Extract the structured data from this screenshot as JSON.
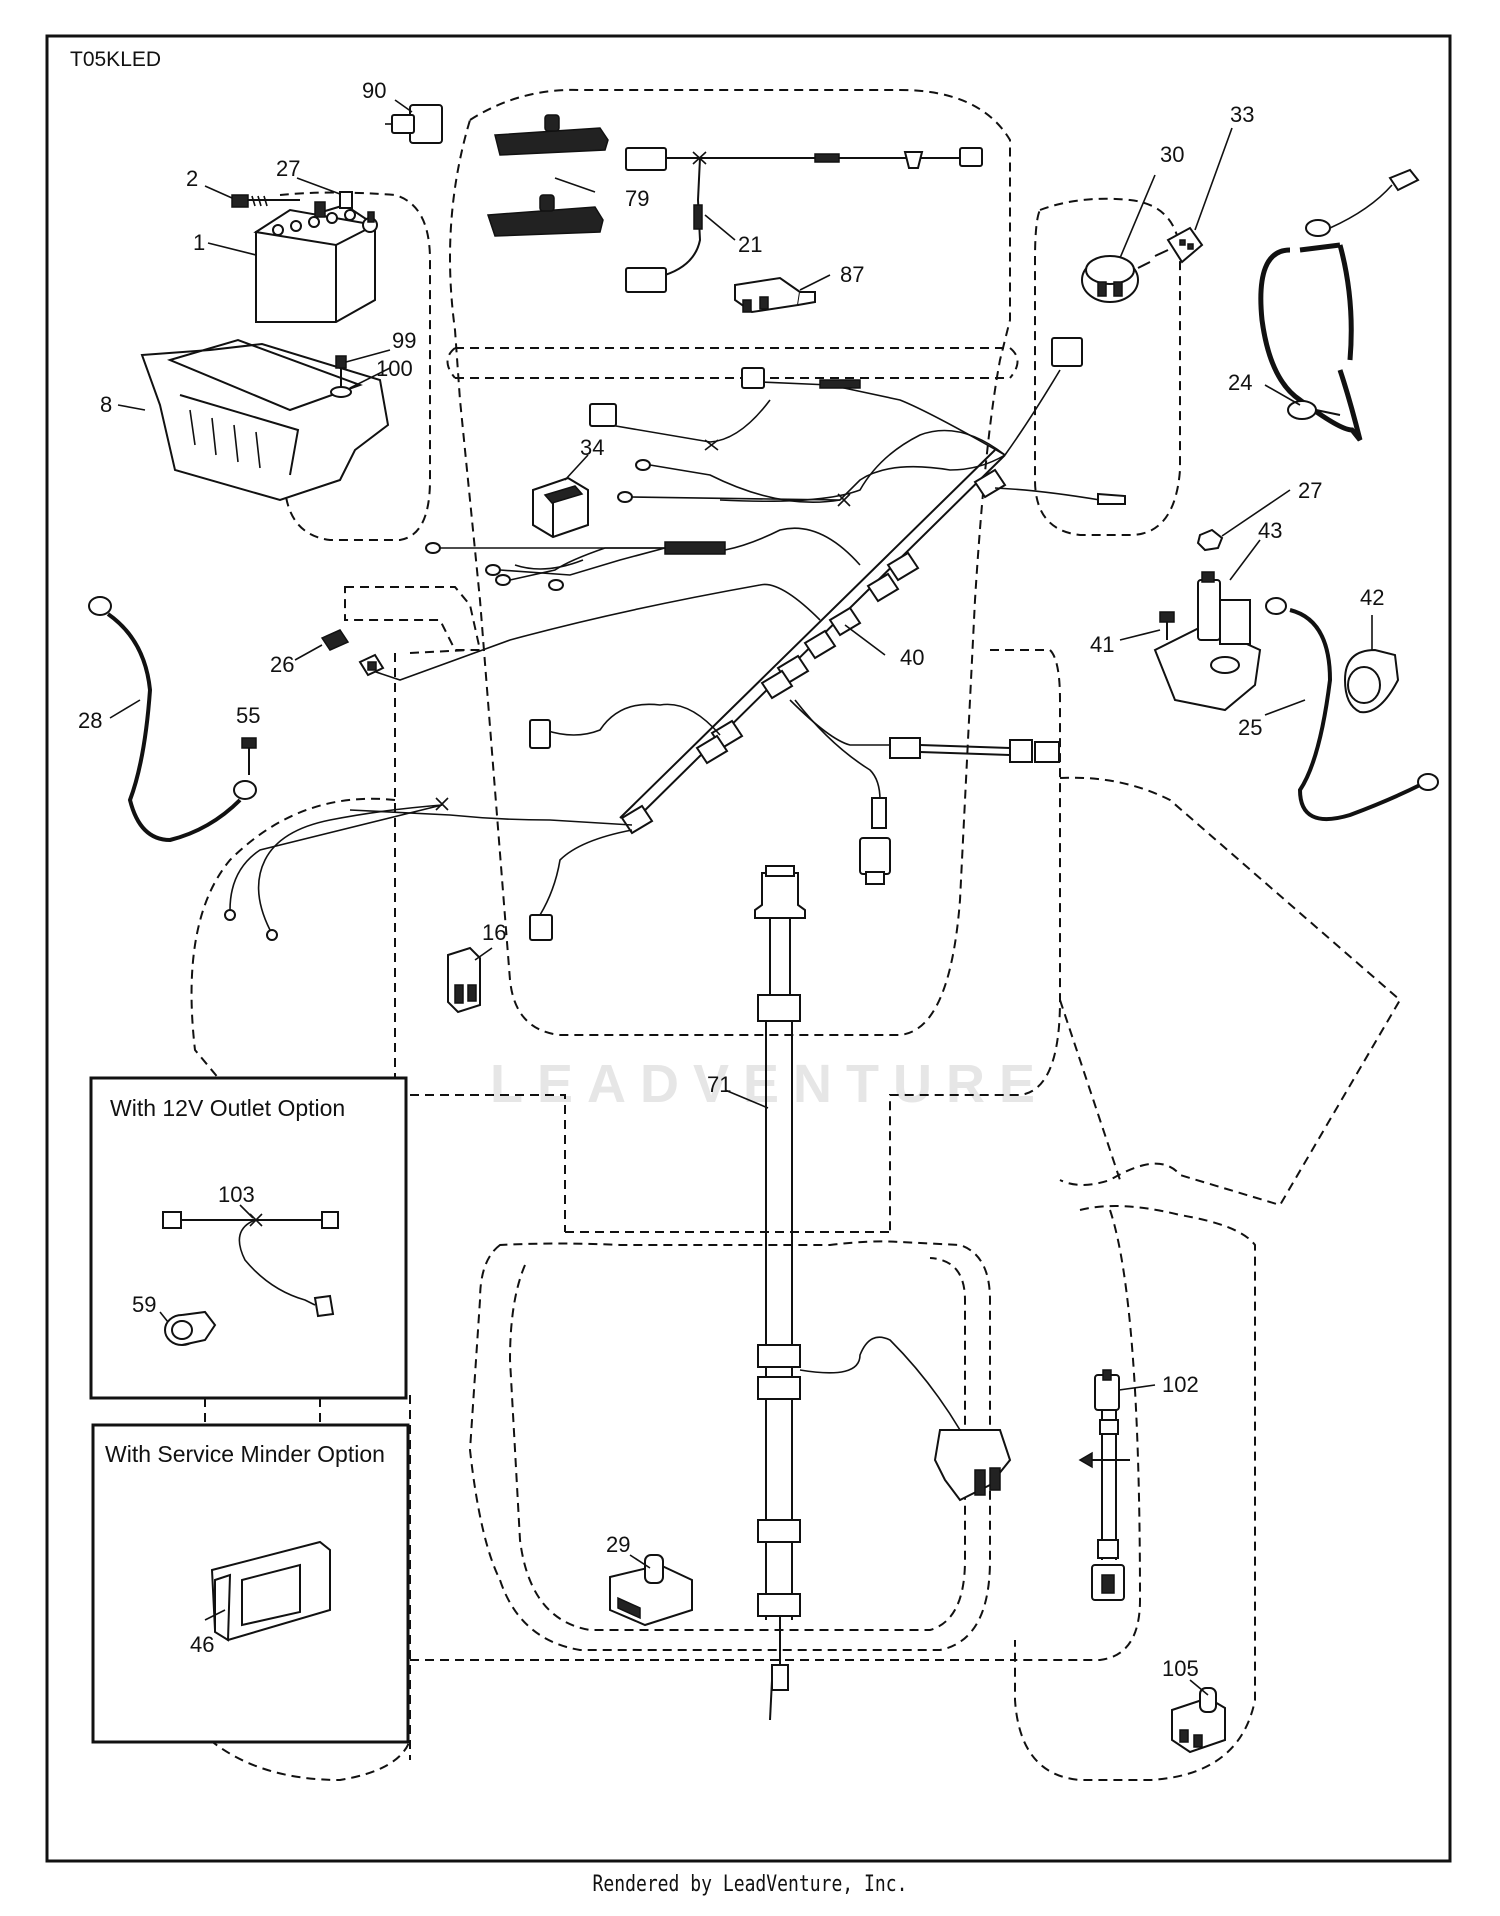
{
  "diagram_code": "T05KLED",
  "watermark": "LEADVENTURE",
  "footer_text": "Rendered by LeadVenture, Inc.",
  "options": {
    "outlet_title": "With 12V Outlet Option",
    "service_title": "With Service Minder Option"
  },
  "callouts": {
    "c90": "90",
    "c2": "2",
    "c27a": "27",
    "c1": "1",
    "c8": "8",
    "c99": "99",
    "c100": "100",
    "c79": "79",
    "c21": "21",
    "c87": "87",
    "c30": "30",
    "c33": "33",
    "c24": "24",
    "c34": "34",
    "c27b": "27",
    "c43": "43",
    "c41": "41",
    "c42": "42",
    "c25": "25",
    "c26": "26",
    "c40": "40",
    "c28": "28",
    "c55": "55",
    "c16": "16",
    "c71": "71",
    "c103": "103",
    "c59": "59",
    "c46": "46",
    "c102": "102",
    "c29": "29",
    "c105": "105"
  }
}
